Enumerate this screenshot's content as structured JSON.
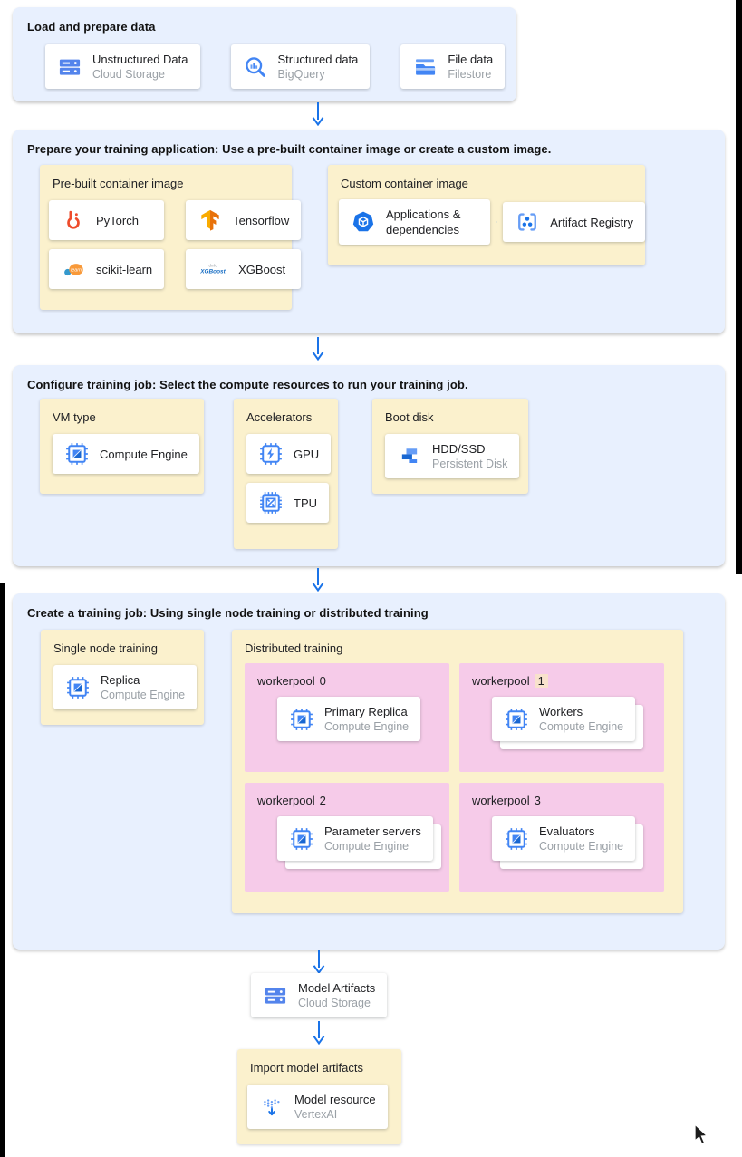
{
  "colors": {
    "section_bg": "#e8f0fe",
    "group_bg": "#fbf1cd",
    "workerpool_bg": "#f6cbe9",
    "card_bg": "#ffffff",
    "arrow_blue": "#1a73e8",
    "icon_blue": "#4285f4",
    "title_text": "#202124",
    "subtitle_text": "#9aa0a6",
    "number_highlight": "#f8e2cc"
  },
  "logos": {
    "dmlc": "dmlc",
    "xgboost": "XGBoost",
    "learn": "learn"
  },
  "flow": {
    "load": {
      "title": "Load and prepare data",
      "cards": [
        {
          "icon": "cloud-storage-icon",
          "title": "Unstructured Data",
          "subtitle": "Cloud Storage"
        },
        {
          "icon": "bigquery-icon",
          "title": "Structured data",
          "subtitle": "BigQuery"
        },
        {
          "icon": "filestore-icon",
          "title": "File data",
          "subtitle": "Filestore"
        }
      ]
    },
    "prepare": {
      "title": "Prepare your training application: Use a pre-built container image or create a custom image.",
      "prebuilt": {
        "title": "Pre-built container image",
        "cards": [
          {
            "icon": "pytorch-icon",
            "title": "PyTorch"
          },
          {
            "icon": "tensorflow-icon",
            "title": "Tensorflow"
          },
          {
            "icon": "scikit-learn-icon",
            "title": "scikit-learn"
          },
          {
            "icon": "xgboost-icon",
            "title": "XGBoost"
          }
        ]
      },
      "custom": {
        "title": "Custom container image",
        "source_card": {
          "icon": "applications-icon",
          "title": "Applications & dependencies"
        },
        "target_card": {
          "icon": "artifact-registry-icon",
          "title": "Artifact Registry"
        }
      }
    },
    "configure": {
      "title": "Configure training job: Select the compute resources to run your training job.",
      "vm_type": {
        "title": "VM type",
        "card": {
          "icon": "compute-engine-icon",
          "title": "Compute Engine"
        }
      },
      "accelerators": {
        "title": "Accelerators",
        "cards": [
          {
            "icon": "gpu-icon",
            "title": "GPU"
          },
          {
            "icon": "tpu-icon",
            "title": "TPU"
          }
        ]
      },
      "boot_disk": {
        "title": "Boot disk",
        "card": {
          "icon": "persistent-disk-icon",
          "title": "HDD/SSD",
          "subtitle": "Persistent Disk"
        }
      }
    },
    "create": {
      "title": "Create a training job: Using single node training or distributed training",
      "single_node": {
        "title": "Single node training",
        "card": {
          "icon": "compute-engine-icon",
          "title": "Replica",
          "subtitle": "Compute Engine"
        }
      },
      "distributed": {
        "title": "Distributed training",
        "workerpools": [
          {
            "name": "workerpool",
            "number": "0",
            "highlighted": false,
            "card": {
              "icon": "compute-engine-icon",
              "title": "Primary Replica",
              "subtitle": "Compute Engine"
            }
          },
          {
            "name": "workerpool",
            "number": "1",
            "highlighted": true,
            "card": {
              "icon": "compute-engine-icon",
              "title": "Workers",
              "subtitle": "Compute Engine"
            }
          },
          {
            "name": "workerpool",
            "number": "2",
            "highlighted": false,
            "card": {
              "icon": "compute-engine-icon",
              "title": "Parameter servers",
              "subtitle": "Compute Engine"
            }
          },
          {
            "name": "workerpool",
            "number": "3",
            "highlighted": false,
            "card": {
              "icon": "compute-engine-icon",
              "title": "Evaluators",
              "subtitle": "Compute Engine"
            }
          }
        ]
      }
    },
    "model_artifacts": {
      "icon": "cloud-storage-icon",
      "title": "Model Artifacts",
      "subtitle": "Cloud Storage"
    },
    "import_model": {
      "title": "Import model artifacts",
      "card": {
        "icon": "vertex-ai-icon",
        "title": "Model resource",
        "subtitle": "VertexAI"
      }
    }
  },
  "pointer": {
    "icon": "mouse-cursor-icon"
  }
}
